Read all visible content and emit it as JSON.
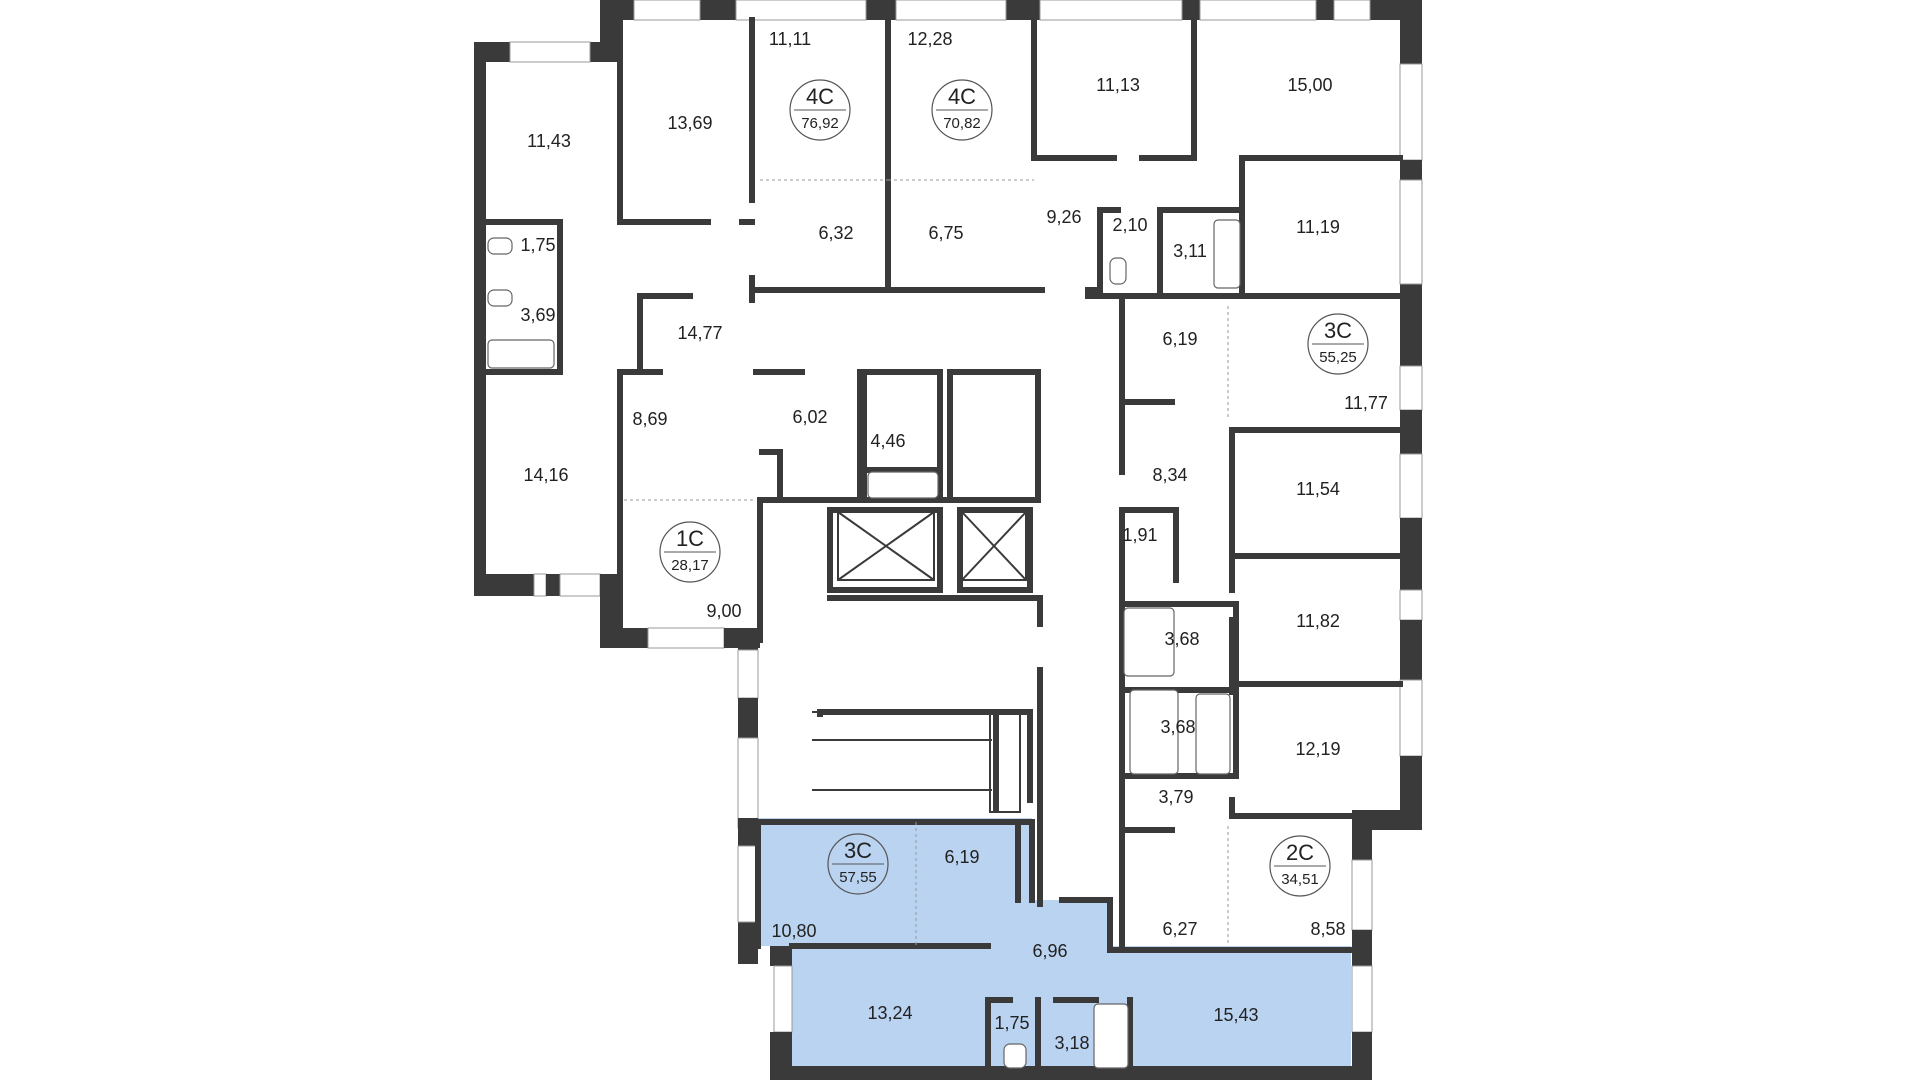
{
  "colors": {
    "wall": "#3a3a3a",
    "highlight": "#b9d3f1",
    "background": "#ffffff"
  },
  "apartments": [
    {
      "id": "apt-4c-a",
      "type": "4С",
      "area": "76,92"
    },
    {
      "id": "apt-4c-b",
      "type": "4С",
      "area": "70,82"
    },
    {
      "id": "apt-3c-top",
      "type": "3С",
      "area": "55,25"
    },
    {
      "id": "apt-1c",
      "type": "1С",
      "area": "28,17"
    },
    {
      "id": "apt-3c-bottom",
      "type": "3С",
      "area": "57,55",
      "highlighted": true
    },
    {
      "id": "apt-2c",
      "type": "2С",
      "area": "34,51"
    }
  ],
  "rooms": [
    {
      "id": "r-1143",
      "label": "11,43"
    },
    {
      "id": "r-1369",
      "label": "13,69"
    },
    {
      "id": "r-1111",
      "label": "11,11"
    },
    {
      "id": "r-1228",
      "label": "12,28"
    },
    {
      "id": "r-1113",
      "label": "11,13"
    },
    {
      "id": "r-1500",
      "label": "15,00"
    },
    {
      "id": "r-1119",
      "label": "11,19"
    },
    {
      "id": "r-175a",
      "label": "1,75"
    },
    {
      "id": "r-369",
      "label": "3,69"
    },
    {
      "id": "r-1477",
      "label": "14,77"
    },
    {
      "id": "r-632",
      "label": "6,32"
    },
    {
      "id": "r-675",
      "label": "6,75"
    },
    {
      "id": "r-926",
      "label": "9,26"
    },
    {
      "id": "r-210",
      "label": "2,10"
    },
    {
      "id": "r-311",
      "label": "3,11"
    },
    {
      "id": "r-619a",
      "label": "6,19"
    },
    {
      "id": "r-1177",
      "label": "11,77"
    },
    {
      "id": "r-869",
      "label": "8,69"
    },
    {
      "id": "r-602",
      "label": "6,02"
    },
    {
      "id": "r-446",
      "label": "4,46"
    },
    {
      "id": "r-1416",
      "label": "14,16"
    },
    {
      "id": "r-834",
      "label": "8,34"
    },
    {
      "id": "r-1154",
      "label": "11,54"
    },
    {
      "id": "r-191",
      "label": "1,91"
    },
    {
      "id": "r-900",
      "label": "9,00"
    },
    {
      "id": "r-368a",
      "label": "3,68"
    },
    {
      "id": "r-1182",
      "label": "11,82"
    },
    {
      "id": "r-368b",
      "label": "3,68"
    },
    {
      "id": "r-1219",
      "label": "12,19"
    },
    {
      "id": "r-379",
      "label": "3,79"
    },
    {
      "id": "r-619b",
      "label": "6,19"
    },
    {
      "id": "r-1080",
      "label": "10,80"
    },
    {
      "id": "r-696",
      "label": "6,96"
    },
    {
      "id": "r-627",
      "label": "6,27"
    },
    {
      "id": "r-858",
      "label": "8,58"
    },
    {
      "id": "r-1324",
      "label": "13,24"
    },
    {
      "id": "r-175b",
      "label": "1,75"
    },
    {
      "id": "r-318",
      "label": "3,18"
    },
    {
      "id": "r-1543",
      "label": "15,43"
    }
  ]
}
